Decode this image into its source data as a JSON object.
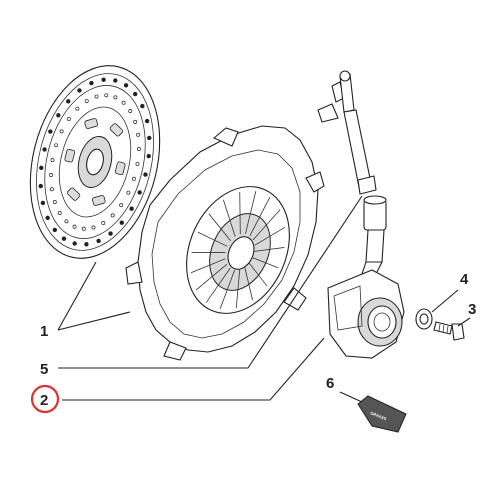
{
  "diagram": {
    "callouts": [
      {
        "id": "1",
        "label": "1"
      },
      {
        "id": "5",
        "label": "5"
      },
      {
        "id": "2",
        "label": "2",
        "highlighted": true
      },
      {
        "id": "4",
        "label": "4"
      },
      {
        "id": "3",
        "label": "3"
      },
      {
        "id": "6",
        "label": "6"
      }
    ],
    "highlight_color": "#e03030",
    "line_color": "#222222",
    "tag_text": "GRAXXS"
  }
}
